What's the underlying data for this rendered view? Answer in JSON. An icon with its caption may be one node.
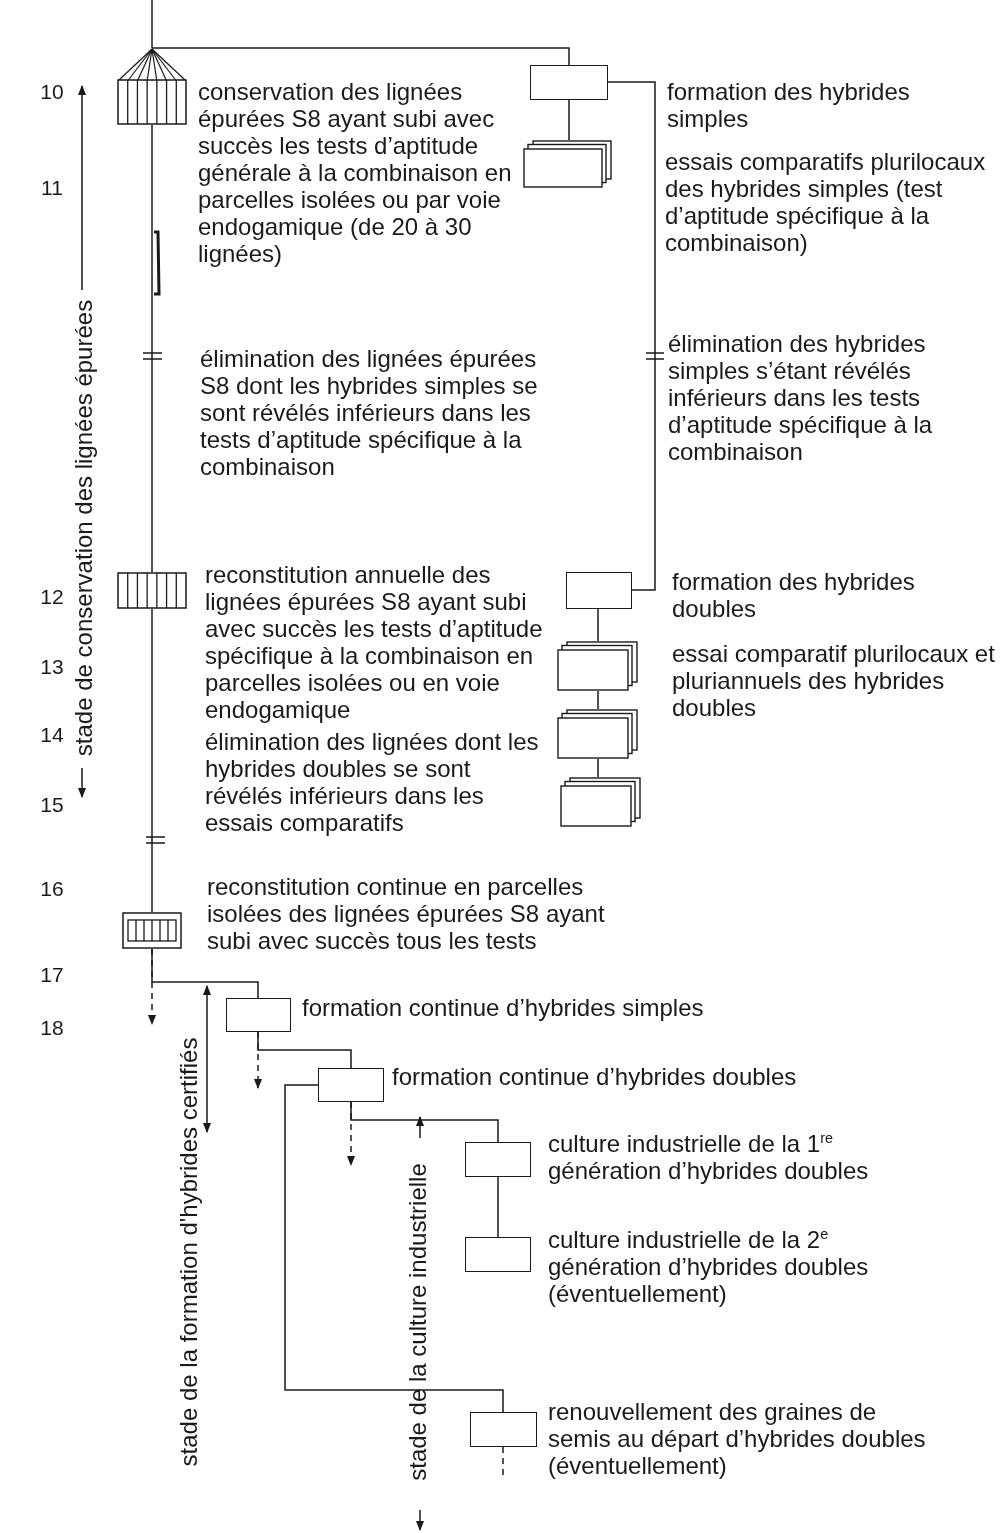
{
  "diagram": {
    "nodes": [
      {
        "text": [],
        "shape": "grid",
        "beside": [
          "conservation des lignées épurées S8 ayant subi avec succès les tests d’aptitude générale à la combinaison en parcelles isolées ou par voie endogamique (de 20 à 30 lignées)"
        ]
      },
      {
        "text": [],
        "shape": "box",
        "beside": [
          "formation des hybrides simples"
        ]
      },
      {
        "text": [],
        "shape": "stack",
        "beside": [
          "essais comparatifs plurilocaux des hybrides simples (test d’aptitude spécifique à la combinaison)"
        ]
      },
      {
        "text": [],
        "shape": "grid",
        "beside": [
          "reconstitution annuelle des lignées épurées S8 ayant subi avec succès les tests d’aptitude spécifique à la combinaison en parcelles isolées ou en voie endogamique"
        ]
      },
      {
        "text": [],
        "shape": "box",
        "beside": [
          "formation des hybrides doubles"
        ]
      },
      {
        "text": [],
        "shape": "stack",
        "beside": [
          "essai comparatif plurilocaux et pluriannuels des hybrides doubles"
        ]
      },
      {
        "text": [],
        "shape": "stack"
      },
      {
        "text": [],
        "shape": "stack"
      },
      {
        "text": [],
        "shape": "grid",
        "beside": [
          "reconstitution continue en parcelles isolées des lignées épurées S8 ayant subi avec succès tous les tests"
        ]
      },
      {
        "text": [],
        "shape": "box",
        "beside": [
          "formation continue d’hybrides simples"
        ]
      },
      {
        "text": [],
        "shape": "box",
        "beside": [
          "formation continue d’hybrides doubles"
        ]
      },
      {
        "text": [],
        "shape": "box",
        "beside": [
          "culture industrielle de la 1$^{re}$ génération d’hybrides doubles"
        ]
      },
      {
        "text": [],
        "shape": "box",
        "beside": [
          "culture industrielle de la 2$^{e}$ génération d’hybrides doubles (éventuellement)"
        ]
      },
      {
        "text": [],
        "shape": "box",
        "beside": [
          "renouvellement des graines de semis au départ d’hybrides doubles (éventuellement)"
        ]
      }
    ],
    "edges": [
      {
        "from": null,
        "to": 0,
        "arrow": "none"
      },
      {
        "from": 0,
        "to": 1,
        "arrow": "none"
      },
      {
        "from": 1,
        "to": 2,
        "arrow": "none"
      },
      {
        "from": 1,
        "to": 4,
        "arrow": "none"
      },
      {
        "from": 0,
        "to": 3,
        "arrow": "none"
      },
      {
        "from": 4,
        "to": 5,
        "arrow": "none"
      },
      {
        "from": 5,
        "to": 6,
        "arrow": "none"
      },
      {
        "from": 6,
        "to": 7,
        "arrow": "none"
      },
      {
        "from": 3,
        "to": 8,
        "arrow": "none"
      },
      {
        "from": 8,
        "to": 9,
        "arrow": "none"
      },
      {
        "from": 9,
        "to": 10,
        "arrow": "none"
      },
      {
        "from": 10,
        "to": 11,
        "arrow": "none"
      },
      {
        "from": 11,
        "to": 12,
        "arrow": "none"
      },
      {
        "from": 10,
        "to": 13,
        "arrow": "none"
      },
      {
        "from": 8,
        "to": null,
        "arrow": "to",
        "style": "dashed"
      },
      {
        "from": 9,
        "to": null,
        "arrow": "to",
        "style": "dashed"
      },
      {
        "from": 10,
        "to": null,
        "arrow": "to",
        "style": "dashed"
      },
      {
        "from": 13,
        "to": null,
        "arrow": "none",
        "style": "dashed"
      }
    ],
    "labels": [
      "10",
      "11",
      "12",
      "13",
      "14",
      "15",
      "16",
      "17",
      "18",
      "stade de conservation des lignées épurées",
      "élimination des lignées épurées S8 dont les hybrides simples se sont révélés inférieurs dans les tests d’aptitude spécifique à la combinaison",
      "élimination des hybrides simples s’étant révélés inférieurs dans les tests d’aptitude spécifique à la combinaison",
      "élimination des lignées dont les hybrides doubles se sont révélés inférieurs dans les essais comparatifs",
      "stade de la formation d'hybrides certifiés",
      "stade de la culture industrielle"
    ]
  }
}
